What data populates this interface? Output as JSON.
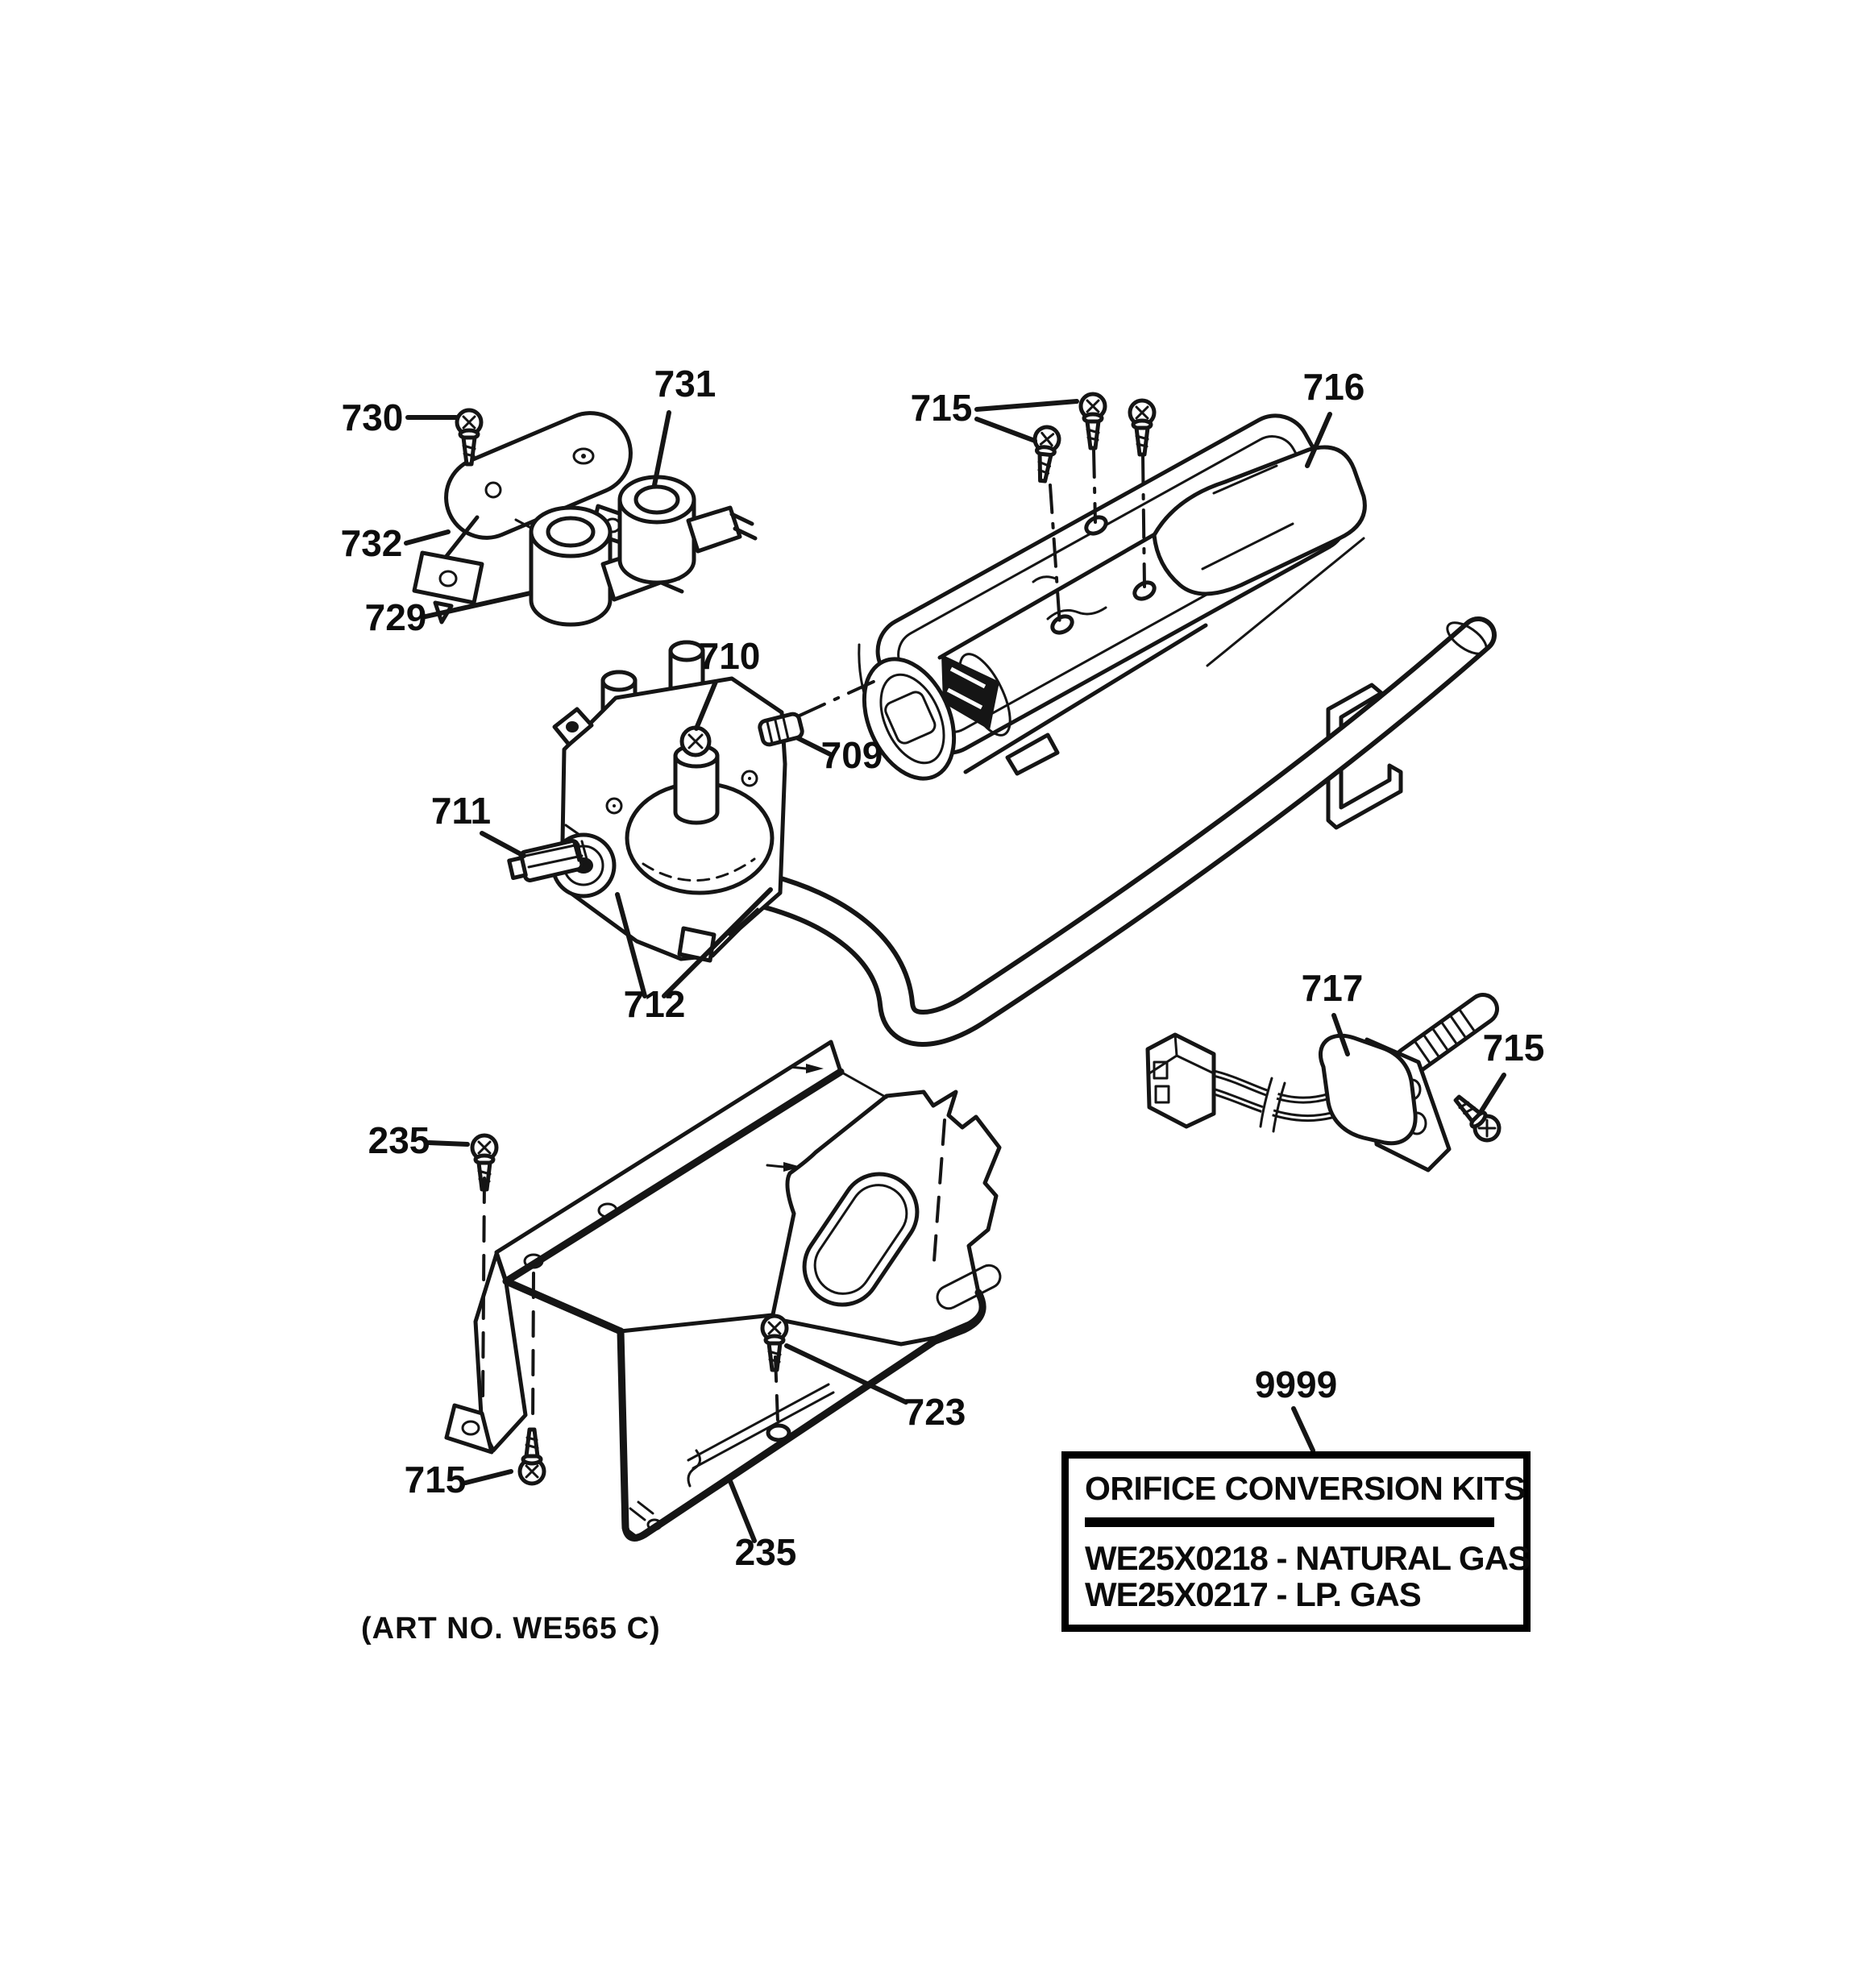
{
  "page": {
    "background": "#ffffff",
    "ink": "#151515"
  },
  "art_no": "(ART NO. WE565 C)",
  "callouts": {
    "235": "235",
    "709": "709",
    "710": "710",
    "711": "711",
    "712": "712",
    "715": "715",
    "716": "716",
    "717": "717",
    "723": "723",
    "729": "729",
    "730": "730",
    "731": "731",
    "732": "732",
    "9999": "9999"
  },
  "kit_box": {
    "title": "ORIFICE CONVERSION KITS",
    "lines": [
      "WE25X0218 - NATURAL GAS",
      "WE25X0217 - LP. GAS"
    ]
  }
}
